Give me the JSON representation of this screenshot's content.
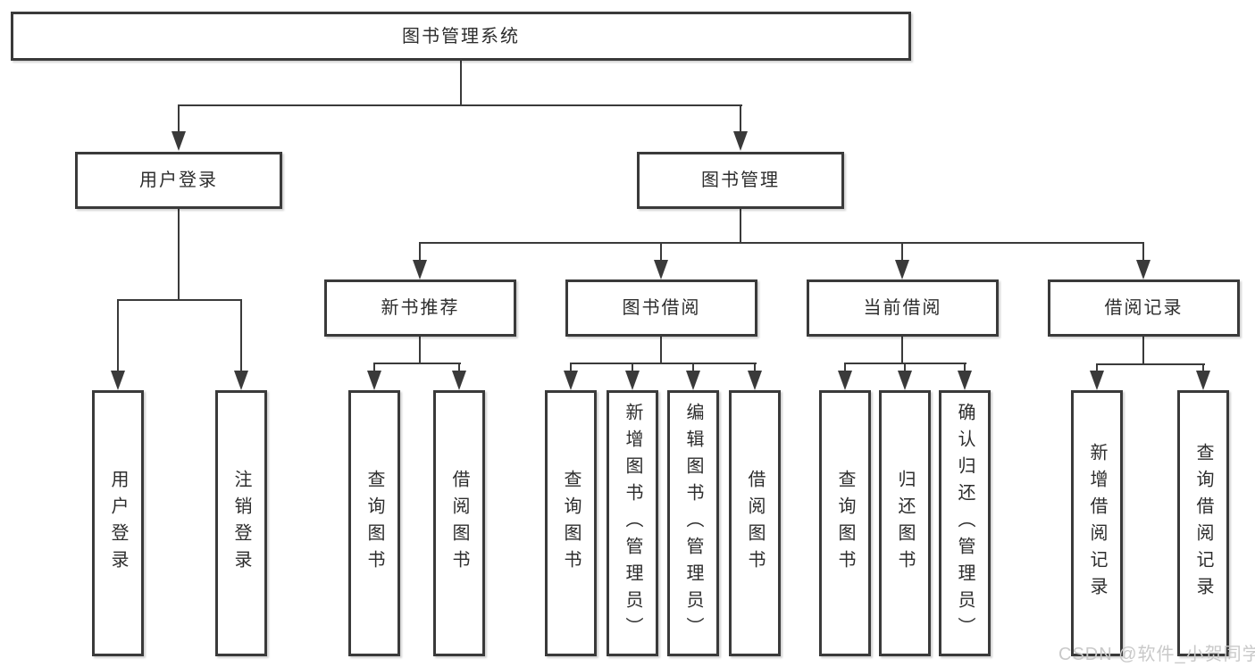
{
  "diagram": {
    "tree": {
      "root": {
        "label": "图书管理系统",
        "children": [
          {
            "label": "用户登录",
            "children": [
              {
                "label": "用户登录"
              },
              {
                "label": "注销登录"
              }
            ]
          },
          {
            "label": "图书管理",
            "children": [
              {
                "label": "新书推荐",
                "children": [
                  {
                    "label": "查询图书"
                  },
                  {
                    "label": "借阅图书"
                  }
                ]
              },
              {
                "label": "图书借阅",
                "children": [
                  {
                    "label": "查询图书"
                  },
                  {
                    "label": "新增图书（管理员）"
                  },
                  {
                    "label": "编辑图书（管理员）"
                  },
                  {
                    "label": "借阅图书"
                  }
                ]
              },
              {
                "label": "当前借阅",
                "children": [
                  {
                    "label": "查询图书"
                  },
                  {
                    "label": "归还图书"
                  },
                  {
                    "label": "确认归还（管理员）"
                  }
                ]
              },
              {
                "label": "借阅记录",
                "children": [
                  {
                    "label": "新增借阅记录"
                  },
                  {
                    "label": "查询借阅记录"
                  }
                ]
              }
            ]
          }
        ]
      }
    },
    "colors": {
      "line": "#3a3a3a",
      "text": "#2d2d2d",
      "node_background": "#ffffff",
      "watermark": "#c9c9c9",
      "page_background": "#ffffff"
    }
  },
  "watermark": {
    "text": "CSDN @软件_小贺同学"
  }
}
